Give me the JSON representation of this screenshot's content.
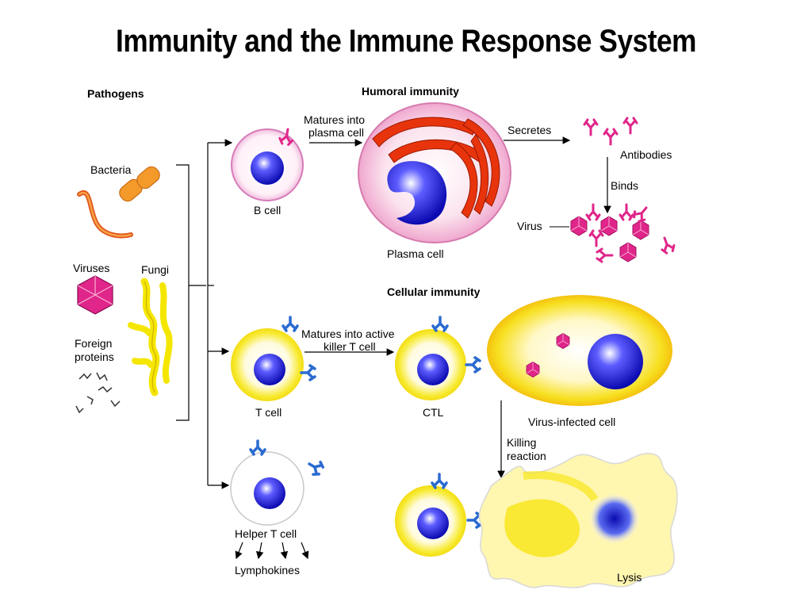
{
  "slide": {
    "title": "Immunity and the Immune Response System"
  },
  "sections": {
    "pathogens": "Pathogens",
    "humoral": "Humoral immunity",
    "cellular": "Cellular immunity"
  },
  "pathogens": {
    "bacteria": "Bacteria",
    "viruses": "Viruses",
    "fungi": "Fungi",
    "foreign_proteins_line1": "Foreign",
    "foreign_proteins_line2": "proteins"
  },
  "humoral": {
    "matures_line1": "Matures into",
    "matures_line2": "plasma cell",
    "b_cell": "B cell",
    "plasma_cell": "Plasma cell",
    "secretes": "Secretes",
    "antibodies": "Antibodies",
    "binds": "Binds",
    "virus": "Virus"
  },
  "cellular": {
    "matures_line1": "Matures into active",
    "matures_line2": "killer T cell",
    "t_cell": "T cell",
    "ctl": "CTL",
    "virus_infected_cell": "Virus-infected cell",
    "killing_line1": "Killing",
    "killing_line2": "reaction",
    "helper_t_cell": "Helper T cell",
    "lymphokines": "Lymphokines",
    "lysis": "Lysis"
  },
  "colors": {
    "cell_yellow": "#f5e600",
    "nucleus_blue": "#1a1ad6",
    "plasma_pink": "#f3b9d8",
    "er_red": "#e8340c",
    "virus_magenta": "#e0268a",
    "receptor_blue": "#2a6bd1",
    "bacteria_orange": "#f08a1a"
  }
}
